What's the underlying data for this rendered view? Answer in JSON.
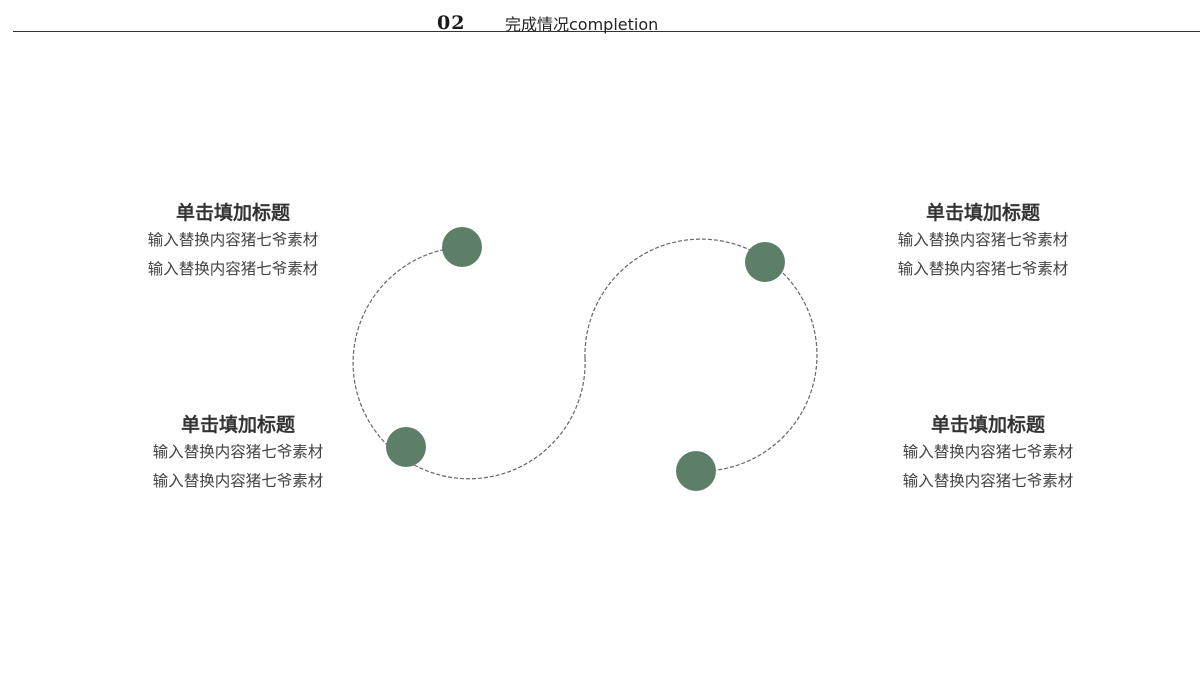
{
  "header": {
    "section_number": "02",
    "section_title": "完成情况completion"
  },
  "colors": {
    "dot": "#5e7f67",
    "dashed_path": "#666666",
    "header_line": "#333333"
  },
  "items": [
    {
      "title": "单击填加标题",
      "lines": [
        "输入替换内容猪七爷素材",
        "输入替换内容猪七爷素材"
      ]
    },
    {
      "title": "单击填加标题",
      "lines": [
        "输入替换内容猪七爷素材",
        "输入替换内容猪七爷素材"
      ]
    },
    {
      "title": "单击填加标题",
      "lines": [
        "输入替换内容猪七爷素材",
        "输入替换内容猪七爷素材"
      ]
    },
    {
      "title": "单击填加标题",
      "lines": [
        "输入替换内容猪七爷素材",
        "输入替换内容猪七爷素材"
      ]
    }
  ]
}
